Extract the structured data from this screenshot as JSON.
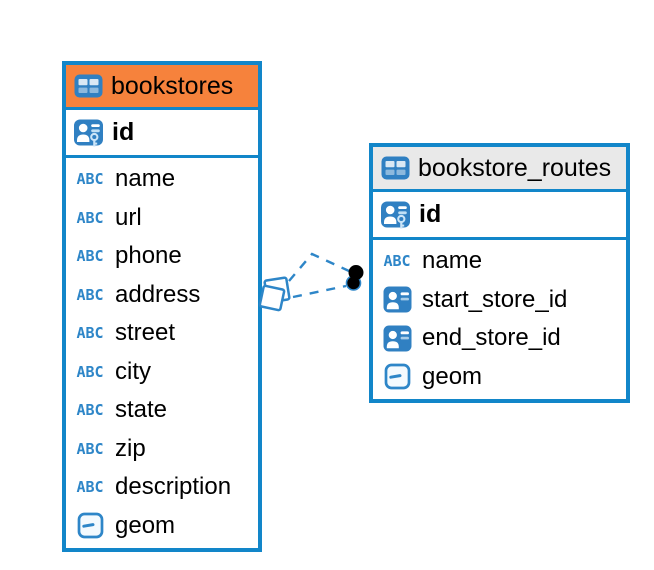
{
  "diagram": {
    "tables": [
      {
        "name": "bookstores",
        "header_color": "#F6823C",
        "primary_key": {
          "name": "id",
          "icon": "primary-key-icon"
        },
        "columns": [
          {
            "name": "name",
            "icon": "text-type-icon"
          },
          {
            "name": "url",
            "icon": "text-type-icon"
          },
          {
            "name": "phone",
            "icon": "text-type-icon"
          },
          {
            "name": "address",
            "icon": "text-type-icon"
          },
          {
            "name": "street",
            "icon": "text-type-icon"
          },
          {
            "name": "city",
            "icon": "text-type-icon"
          },
          {
            "name": "state",
            "icon": "text-type-icon"
          },
          {
            "name": "zip",
            "icon": "text-type-icon"
          },
          {
            "name": "description",
            "icon": "text-type-icon"
          },
          {
            "name": "geom",
            "icon": "geometry-type-icon"
          }
        ]
      },
      {
        "name": "bookstore_routes",
        "header_color": "#E9E9E9",
        "primary_key": {
          "name": "id",
          "icon": "primary-key-icon"
        },
        "columns": [
          {
            "name": "name",
            "icon": "text-type-icon"
          },
          {
            "name": "start_store_id",
            "icon": "foreign-key-icon"
          },
          {
            "name": "end_store_id",
            "icon": "foreign-key-icon"
          },
          {
            "name": "geom",
            "icon": "geometry-type-icon"
          }
        ]
      }
    ],
    "relationships": [
      {
        "from_table": "bookstore_routes",
        "to_table": "bookstores",
        "style": "dashed"
      },
      {
        "from_table": "bookstore_routes",
        "to_table": "bookstores",
        "style": "dashed"
      }
    ],
    "icons": {
      "text_type_glyph": "ABC"
    },
    "colors": {
      "table_border": "#1286C9",
      "accent_blue": "#2E86C8",
      "icon_blue": "#3080C2",
      "bookstores_header": "#F6823C",
      "routes_header": "#E9E9E9",
      "connector_dot": "#000000",
      "text": "#000000"
    }
  }
}
